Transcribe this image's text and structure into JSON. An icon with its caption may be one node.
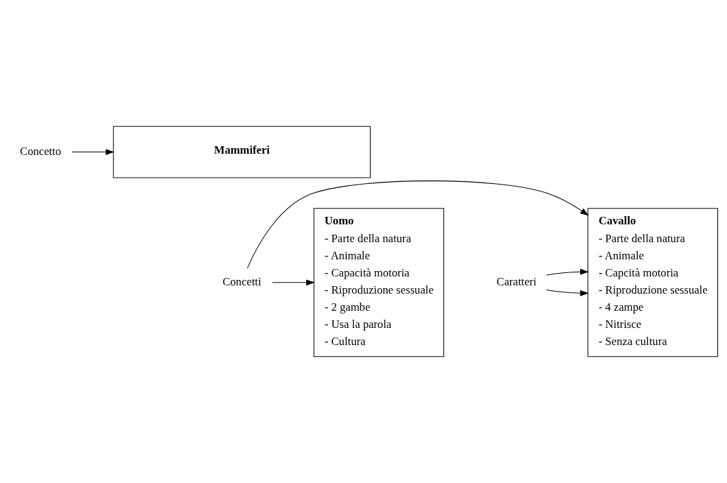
{
  "diagram": {
    "nodes": [
      {
        "text": [
          "Mammiferi"
        ]
      },
      {
        "text": [
          "Uomo",
          "- Parte della natura",
          "- Animale",
          "- Capacità motoria",
          "- Riproduzione sessuale",
          "- 2 gambe",
          "- Usa la parola",
          "- Cultura"
        ]
      },
      {
        "text": [
          "Cavallo",
          "- Parte della natura",
          "- Animale",
          "- Capcità motoria",
          "- Riproduzione sessuale",
          "- 4 zampe",
          "- Nitrisce",
          "- Senza cultura"
        ]
      },
      {
        "text": [
          "Concetto"
        ]
      },
      {
        "text": [
          "Concetti"
        ]
      },
      {
        "text": [
          "Caratteri"
        ]
      }
    ],
    "edges": [
      {
        "from": 3,
        "to": 0,
        "arrow": "to"
      },
      {
        "from": 4,
        "to": 1,
        "arrow": "to"
      },
      {
        "from": 4,
        "to": 2,
        "arrow": "to"
      },
      {
        "from": 5,
        "to": 2,
        "arrow": "to"
      },
      {
        "from": 5,
        "to": 2,
        "arrow": "to"
      }
    ]
  }
}
